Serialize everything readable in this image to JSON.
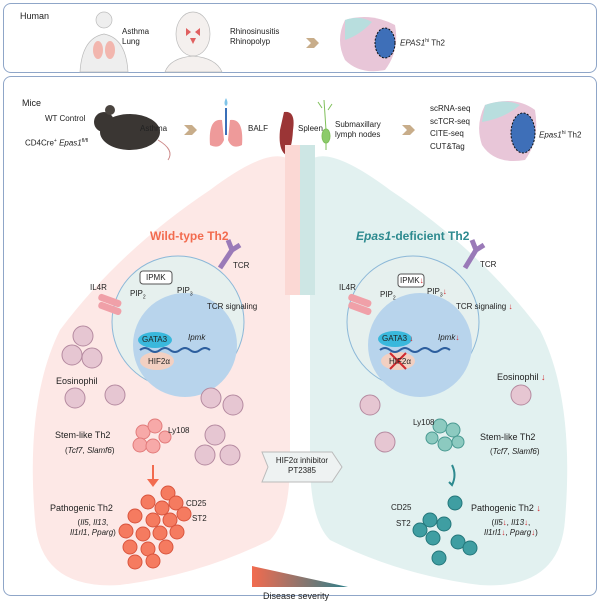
{
  "human": {
    "section_label": "Human",
    "asthma_lines": [
      "Asthma",
      "Lung"
    ],
    "rhino_lines": [
      "Rhinosinusitis",
      "Rhinopolyp"
    ],
    "cluster_label_gene": "EPAS1",
    "cluster_label_sup": "hi",
    "cluster_label_cell": " Th2"
  },
  "mice": {
    "section_label": "Mice",
    "wt_control": "WT Control",
    "cko_prefix": "CD4Cre",
    "cko_plus": "+",
    "cko_gene": "Epas1",
    "cko_sup": "fl/fl",
    "asthma": "Asthma",
    "balf": "BALF",
    "spleen": "Spleen",
    "lymph_lines": [
      "Submaxillary",
      "lymph nodes"
    ],
    "assays": [
      "scRNA-seq",
      "scTCR-seq",
      "CITE-seq",
      "CUT&Tag"
    ],
    "cluster_label_gene": "Epas1",
    "cluster_label_sup": "hi",
    "cluster_label_cell": " Th2"
  },
  "wildtype": {
    "title": "Wild-type Th2",
    "il4r": "IL4R",
    "ipmk": "IPMK",
    "pip2": "PIP",
    "pip2_sub": "2",
    "pip3": "PIP",
    "pip3_sub": "3",
    "tcr": "TCR",
    "tcr_signaling": "TCR signaling",
    "gata3": "GATA3",
    "hif2a": "HIF2α",
    "ipmk_gene": "Ipmk",
    "eosinophil": "Eosinophil",
    "stem_like": "Stem-like Th2",
    "stem_genes": [
      "Tcf7",
      "Slamf6"
    ],
    "ly108": "Ly108",
    "pathogenic": "Pathogenic Th2",
    "path_genes": [
      "Il5",
      "Il13",
      "Il1rl1",
      "Pparg"
    ],
    "cd25": "CD25",
    "st2": "ST2"
  },
  "deficient": {
    "title_gene": "Epas1",
    "title_rest": "-deficient Th2",
    "il4r": "IL4R",
    "ipmk": "IPMK",
    "pip2": "PIP",
    "pip2_sub": "2",
    "pip3": "PIP",
    "pip3_sub": "3",
    "tcr": "TCR",
    "tcr_signaling": "TCR signaling",
    "gata3": "GATA3",
    "hif2a": "HIF2α",
    "ipmk_gene": "Ipmk",
    "eosinophil": "Eosinophil",
    "stem_like": "Stem-like Th2",
    "stem_genes": [
      "Tcf7",
      "Slamf6"
    ],
    "ly108": "Ly108",
    "pathogenic": "Pathogenic Th2",
    "path_genes": [
      "Il5",
      "Il13",
      "Il1rl1",
      "Pparg"
    ],
    "cd25": "CD25",
    "st2": "ST2",
    "down_arrow": "↓"
  },
  "inhibitor": {
    "line1": "HIF2α inhibitor",
    "line2": "PT2385"
  },
  "severity": {
    "label": "Disease severity"
  },
  "colors": {
    "wt": "#f26b4f",
    "ko": "#2d8a8f",
    "frame": "#8fa6c8",
    "down": "#d0282e",
    "chevron": "#c8ad8a"
  }
}
